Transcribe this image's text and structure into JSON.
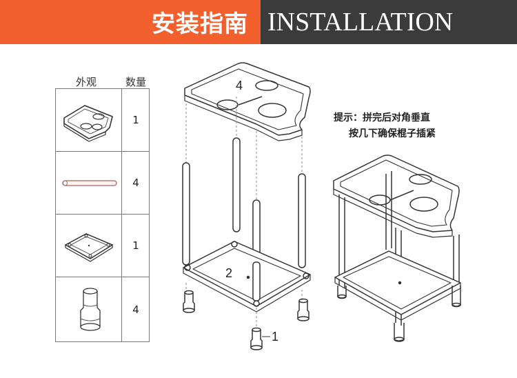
{
  "header": {
    "title_cn": "安装指南",
    "title_en": "INSTALLATION",
    "colors": {
      "orange": "#f2602e",
      "dark": "#3b3b3b"
    }
  },
  "parts_table": {
    "col_appearance": "外观",
    "col_quantity": "数量",
    "rows": [
      {
        "part": "top-tray",
        "qty": "1"
      },
      {
        "part": "rod",
        "qty": "4"
      },
      {
        "part": "base-plate",
        "qty": "1"
      },
      {
        "part": "foot",
        "qty": "4"
      }
    ]
  },
  "callouts": {
    "top": "4",
    "base": "2",
    "foot": "1"
  },
  "hint": {
    "line1": "提示：拼完后对角垂直",
    "line2": "按几下确保棍子插紧"
  }
}
